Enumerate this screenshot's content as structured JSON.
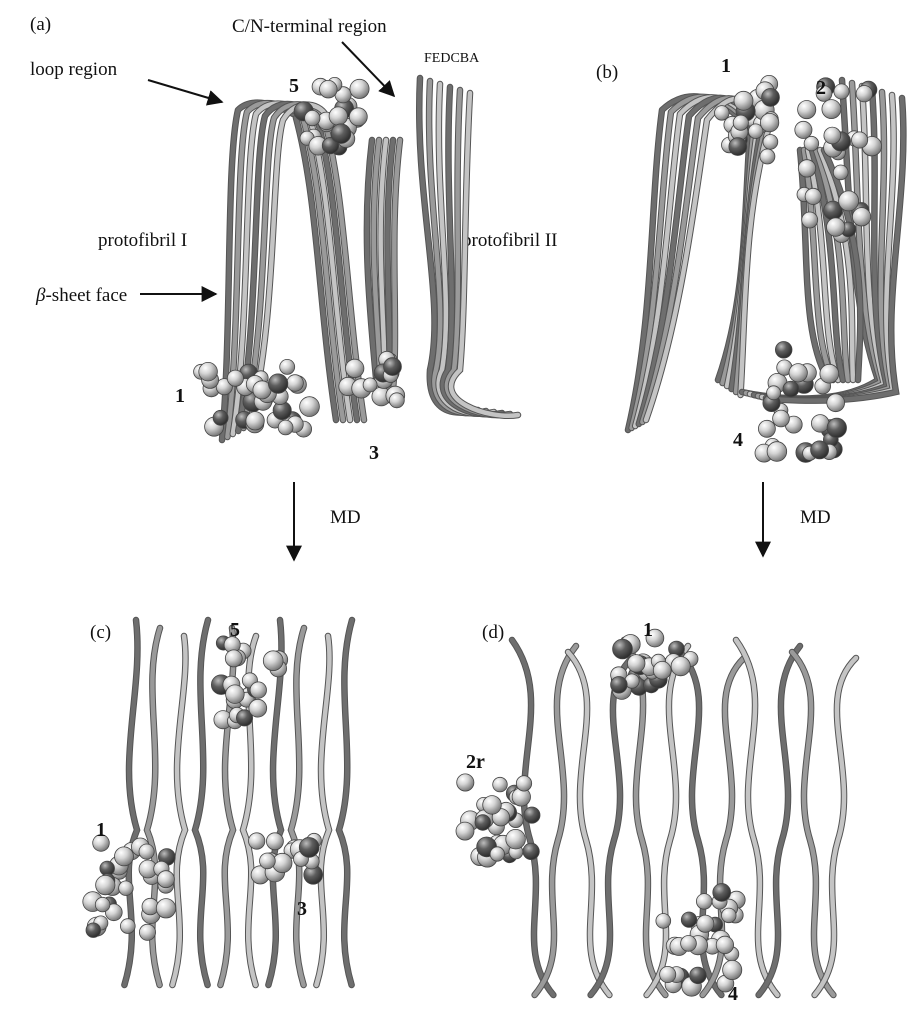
{
  "figure": {
    "panels": {
      "a": {
        "tag": "(a)"
      },
      "b": {
        "tag": "(b)"
      },
      "c": {
        "tag": "(c)"
      },
      "d": {
        "tag": "(d)"
      }
    },
    "labels": {
      "loop_region": "loop region",
      "cn_terminal_region": "C/N-terminal region",
      "strand_letters": "FEDCBA",
      "protofibril_1": "protofibril I",
      "protofibril_2": "protofibril II",
      "beta_symbol": "β",
      "sheet_face": "-sheet face",
      "md_left": "MD",
      "md_right": "MD"
    },
    "binding_sites": {
      "a": [
        "5",
        "1",
        "3"
      ],
      "b": [
        "1",
        "2",
        "4"
      ],
      "c": [
        "5",
        "1",
        "3"
      ],
      "d": [
        "1",
        "2r",
        "4"
      ]
    },
    "colors": {
      "strand_dark": "#6e6e6e",
      "strand_mid": "#9a9a9a",
      "strand_light": "#c4c4c4",
      "sphere_light": "#d6d6d6",
      "sphere_dark": "#5a5a5a",
      "arrow": "#111111"
    }
  }
}
